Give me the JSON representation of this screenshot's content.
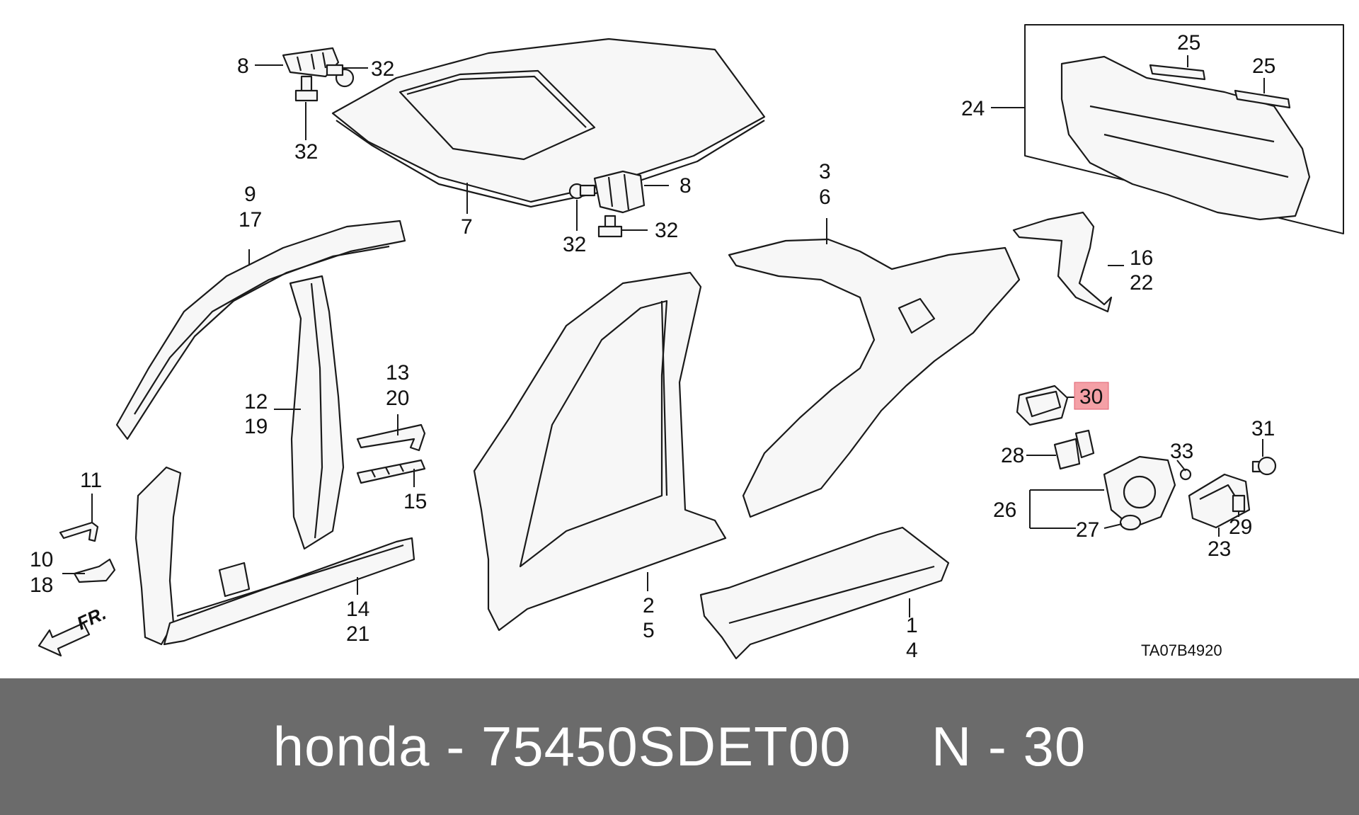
{
  "diagram": {
    "highlight_color": "#f4a0a6",
    "callouts": {
      "c8a": "8",
      "c32a": "32",
      "c32b": "32",
      "c7": "7",
      "c8b": "8",
      "c32c": "32",
      "c32d": "32",
      "c9": "9",
      "c17": "17",
      "c12": "12",
      "c19": "19",
      "c13": "13",
      "c20": "20",
      "c15": "15",
      "c11": "11",
      "c10": "10",
      "c18": "18",
      "c14": "14",
      "c21": "21",
      "c3": "3",
      "c6": "6",
      "c2": "2",
      "c5": "5",
      "c1": "1",
      "c4": "4",
      "c24": "24",
      "c25a": "25",
      "c25b": "25",
      "c16": "16",
      "c22": "22",
      "c30": "30",
      "c28": "28",
      "c33": "33",
      "c31": "31",
      "c26": "26",
      "c27": "27",
      "c23": "23",
      "c29": "29"
    },
    "front_arrow_label": "FR.",
    "drawing_code": "TA07B4920"
  },
  "caption": {
    "text": "honda - 75450SDET00     N - 30"
  }
}
